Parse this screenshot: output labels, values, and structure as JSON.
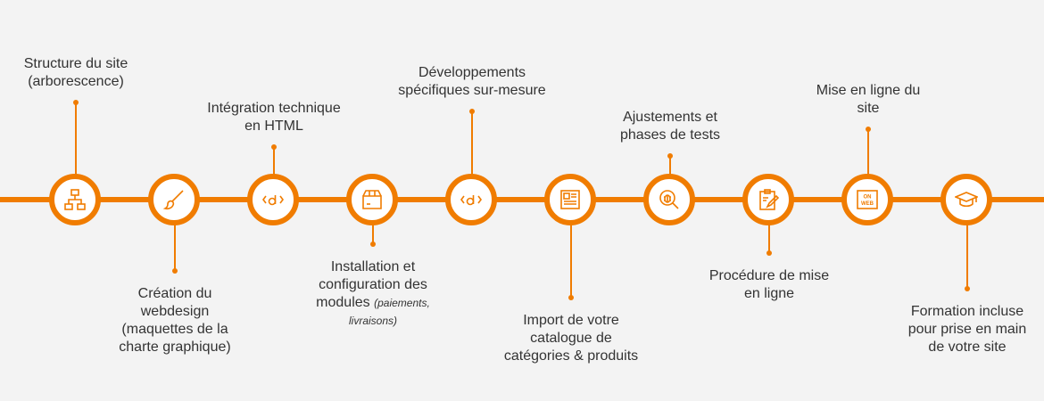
{
  "accent_color": "#f07c00",
  "steps": [
    {
      "icon": "sitemap-icon",
      "lines": [
        "Structure du site",
        "(arborescence)"
      ]
    },
    {
      "icon": "brush-icon",
      "lines": [
        "Création du",
        "webdesign",
        "(maquettes de la",
        "charte graphique)"
      ]
    },
    {
      "icon": "code-icon",
      "lines": [
        "Intégration technique",
        "en HTML"
      ]
    },
    {
      "icon": "package-icon",
      "lines": [
        "Installation et",
        "configuration des",
        "modules"
      ],
      "small_a": "(paiements,",
      "small_b": "livraisons)"
    },
    {
      "icon": "code-icon",
      "lines": [
        "Développements",
        "spécifiques sur-mesure"
      ]
    },
    {
      "icon": "catalog-icon",
      "lines": [
        "Import de votre",
        "catalogue de",
        "catégories & produits"
      ]
    },
    {
      "icon": "bug-search-icon",
      "lines": [
        "Ajustements et",
        "phases de tests"
      ]
    },
    {
      "icon": "clipboard-edit-icon",
      "lines": [
        "Procédure de mise",
        "en ligne"
      ]
    },
    {
      "icon": "on-web-icon",
      "lines": [
        "Mise en ligne du",
        "site"
      ],
      "badge_top": "ON",
      "badge_bottom": "WEB"
    },
    {
      "icon": "graduation-cap-icon",
      "lines": [
        "Formation incluse",
        "pour prise en main",
        "de votre site"
      ]
    }
  ]
}
